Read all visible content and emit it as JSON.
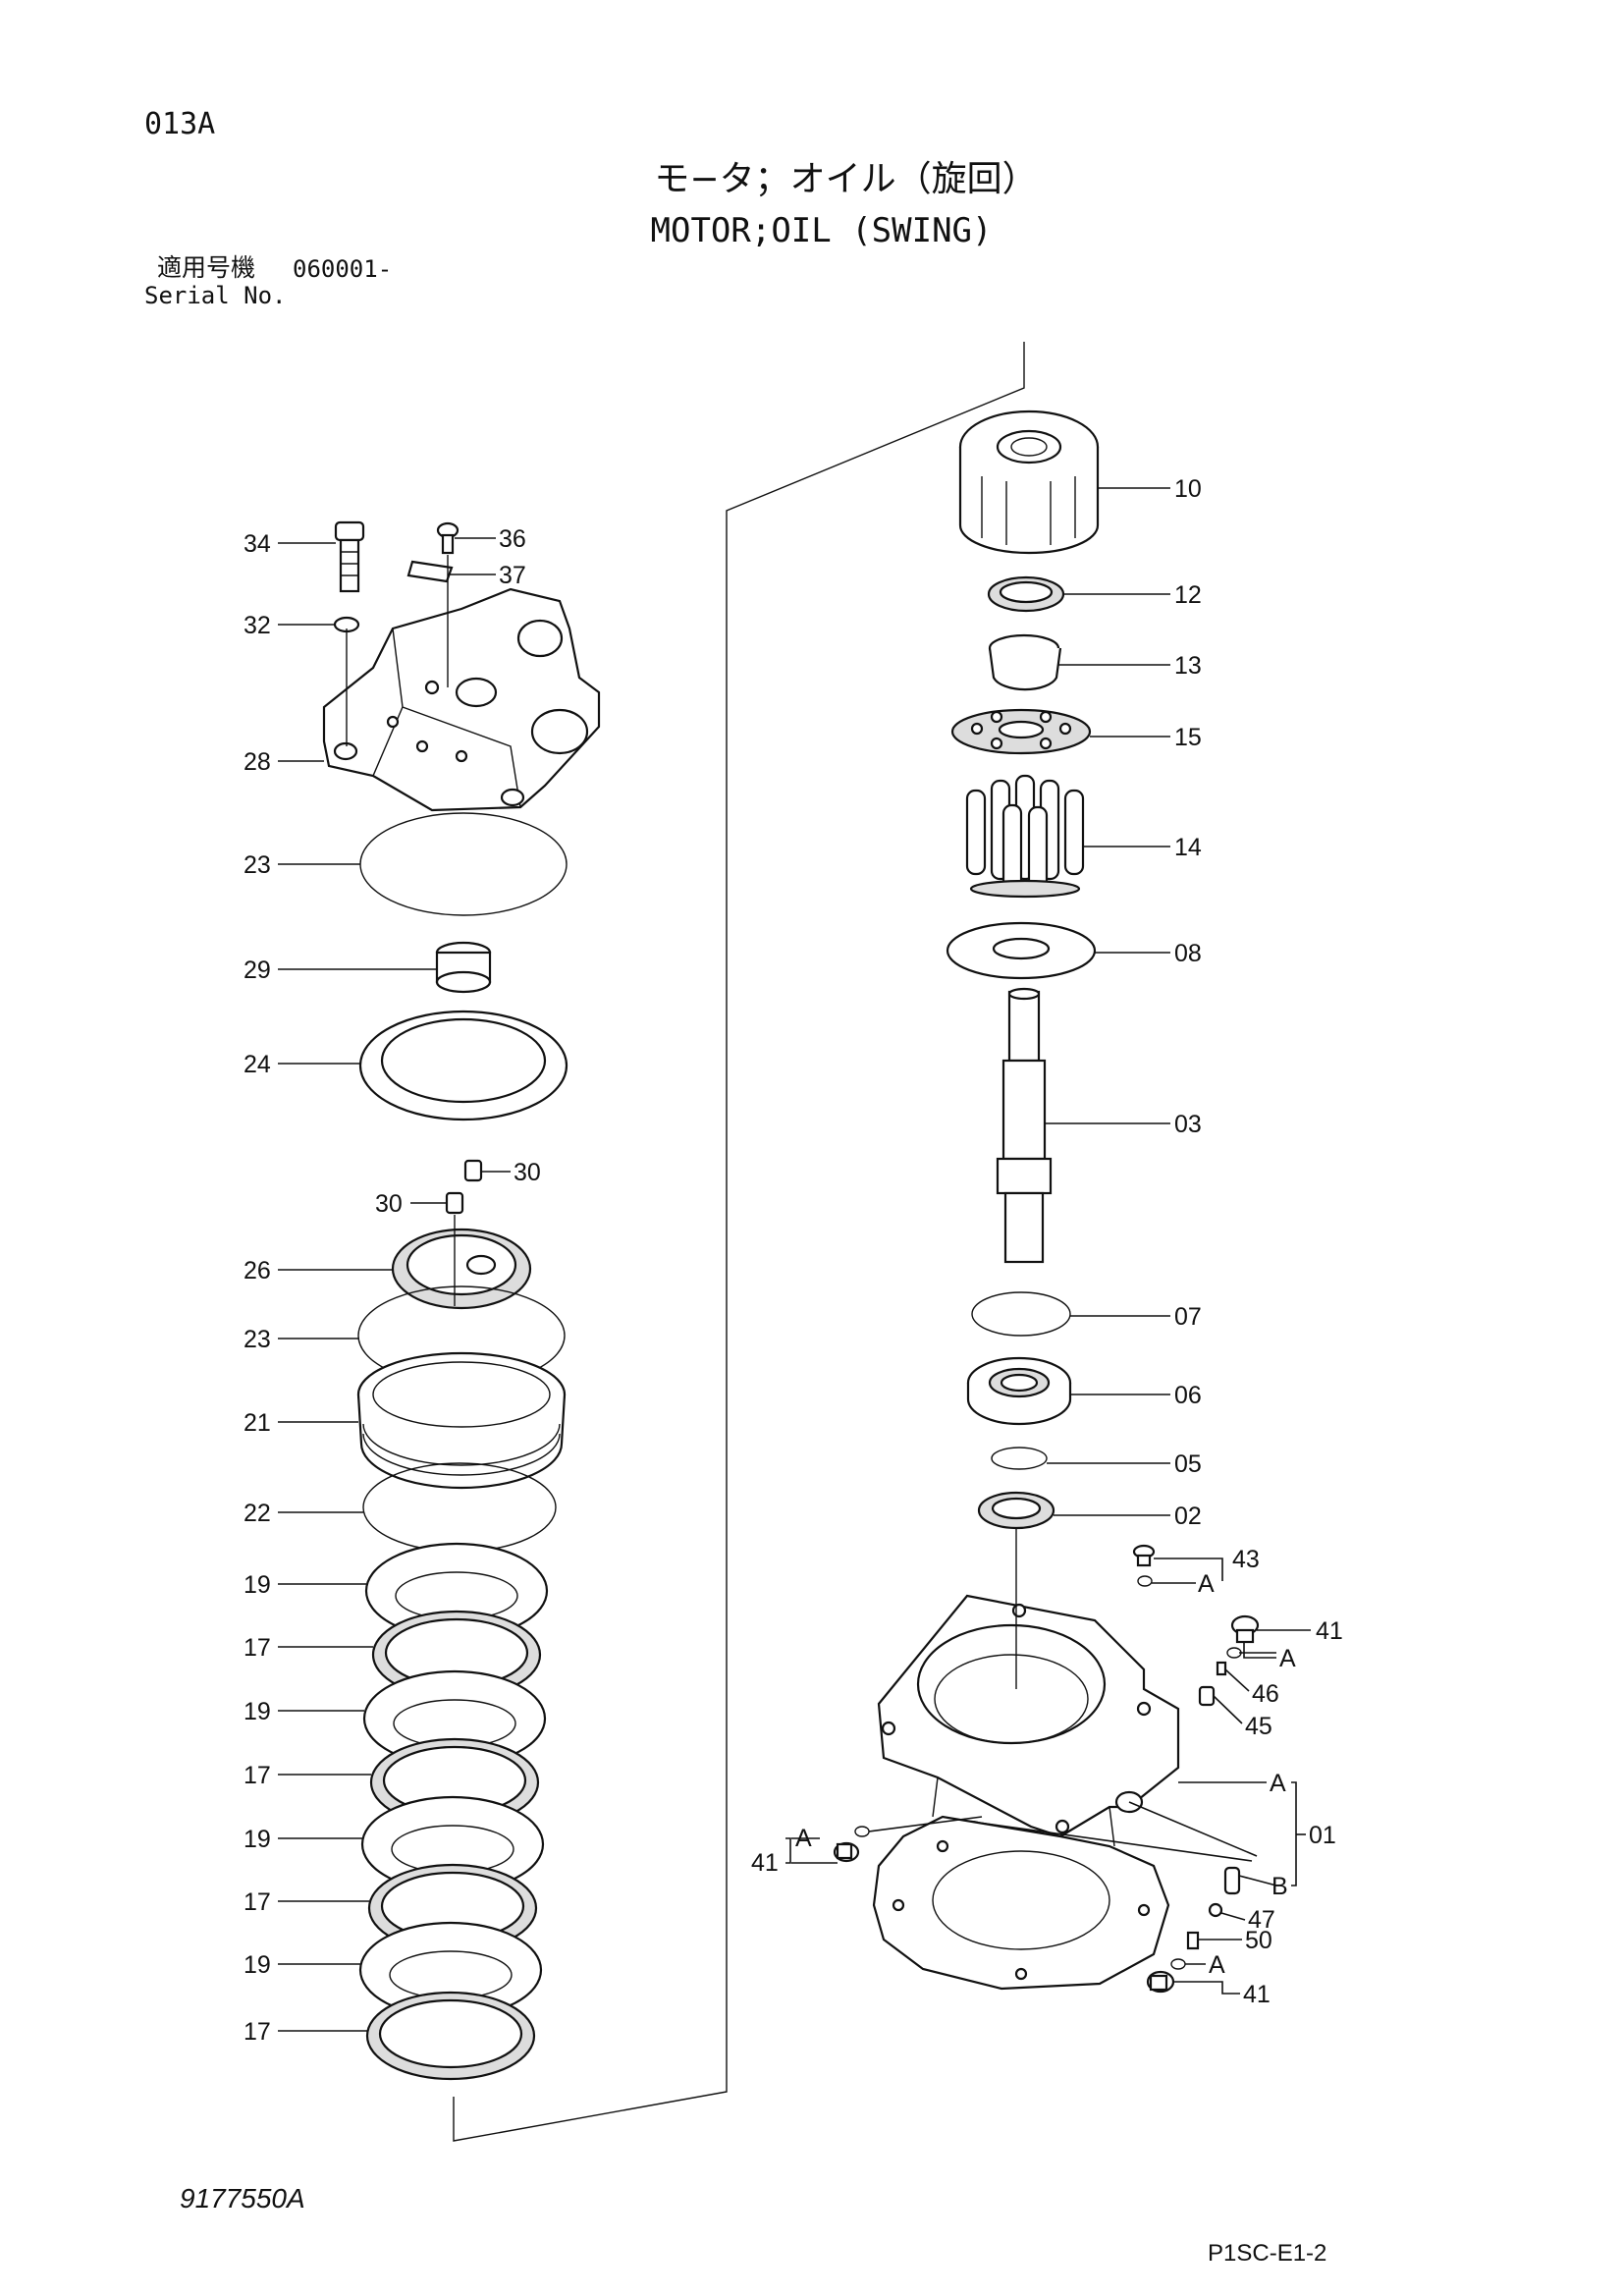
{
  "header": {
    "page_code": "013A",
    "title_jp": "モ−タ；オイル（旋回）",
    "title_en": "MOTOR;OIL (SWING)",
    "serial_label_jp": "適用号機",
    "serial_value": "060001-",
    "serial_label_en": "Serial No."
  },
  "footer": {
    "drawing_number": "9177550A",
    "sheet_ref": "P1SC-E1-2"
  },
  "callouts_left": [
    "34",
    "36",
    "37",
    "32",
    "28",
    "23",
    "29",
    "24",
    "30",
    "30",
    "26",
    "23",
    "21",
    "22",
    "19",
    "17",
    "19",
    "17",
    "19",
    "17",
    "19",
    "17"
  ],
  "callouts_right": [
    "10",
    "12",
    "13",
    "15",
    "14",
    "08",
    "03",
    "07",
    "06",
    "05",
    "02",
    "43",
    "A",
    "41",
    "A",
    "46",
    "45",
    "A",
    "01",
    "B",
    "41",
    "A",
    "47",
    "50",
    "A",
    "41"
  ]
}
